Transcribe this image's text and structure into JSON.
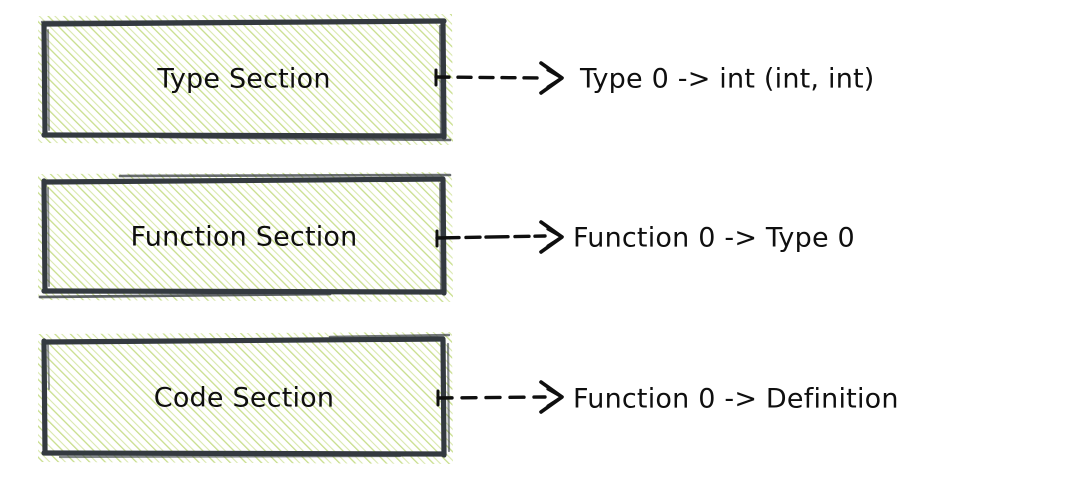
{
  "diagram": {
    "type": "sketch-flow",
    "style": "hand-drawn",
    "background_color": "#ffffff",
    "stroke_color": "#343a40",
    "hatch_color": "#c5dc85",
    "text_color": "#0f0f0f",
    "rows": [
      {
        "id": "type-section",
        "box_label": "Type Section",
        "arrow_label": "Type 0 -> int (int, int)",
        "arrow_style": "dashed",
        "arrowhead": "open-chevron"
      },
      {
        "id": "function-section",
        "box_label": "Function Section",
        "arrow_label": "Function 0 -> Type 0",
        "arrow_style": "dashed",
        "arrowhead": "open-chevron"
      },
      {
        "id": "code-section",
        "box_label": "Code Section",
        "arrow_label": "Function 0 -> Definition",
        "arrow_style": "dashed",
        "arrowhead": "open-chevron"
      }
    ]
  }
}
